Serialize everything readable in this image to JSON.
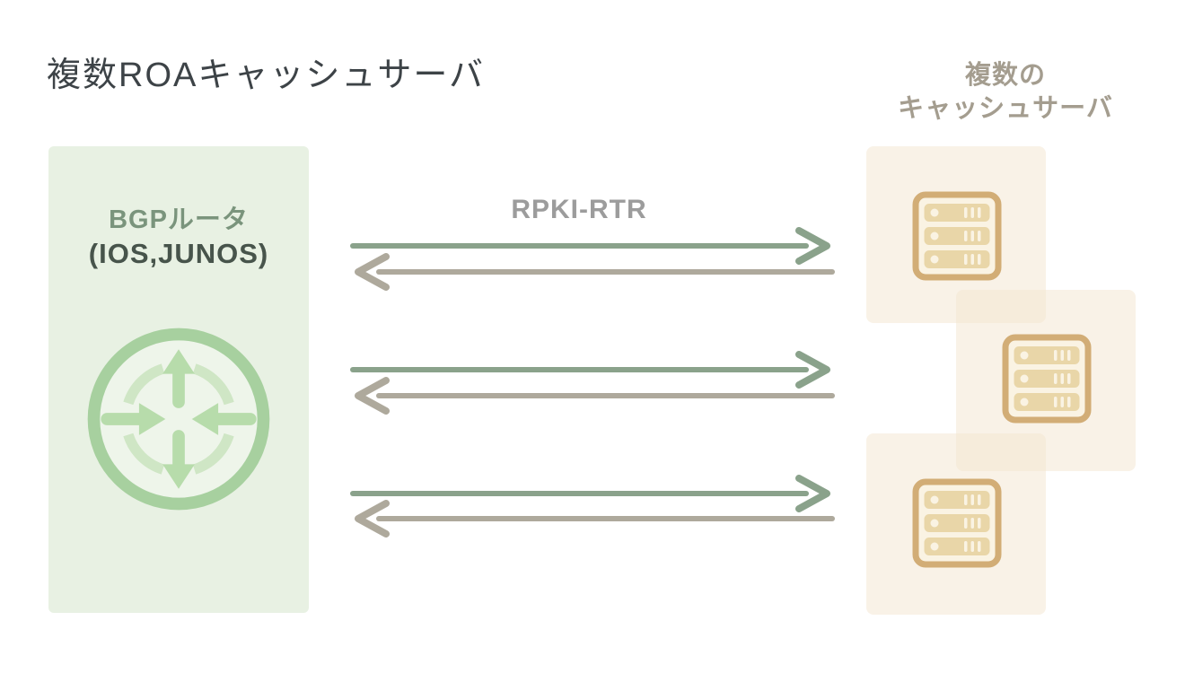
{
  "page": {
    "title": "複数ROAキャッシュサーバ"
  },
  "cache_group": {
    "label_line1": "複数の",
    "label_line2": "キャッシュサーバ",
    "server_count": 3,
    "server_icon": "server-icon"
  },
  "bgp_router": {
    "label": "BGPルータ",
    "sublabel": "(IOS,JUNOS)",
    "icon": "router-icon"
  },
  "protocol": {
    "label": "RPKI-RTR"
  },
  "arrows": {
    "pairs": 3,
    "request_direction": "router-to-cache",
    "response_direction": "cache-to-router",
    "request_color": "#8aa28b",
    "response_color": "#aea99c"
  },
  "colors": {
    "title_text": "#3d4347",
    "protocol_text": "#9c9c9c",
    "cache_label_text": "#a49d8f",
    "router_box_bg": "#e8f1e3",
    "router_label": "#7a947c",
    "router_sublabel": "#47544b",
    "router_ring": "#a7d09f",
    "router_circle_fill": "#eef5ea",
    "router_glyph": "#b7dcab",
    "router_dashes": "#cfe6c5",
    "panel_bg": "rgba(243,229,207,0.5)",
    "server_border": "#d2ad76",
    "server_face": "#faf3e3",
    "server_unit": "#e9d6a8"
  }
}
